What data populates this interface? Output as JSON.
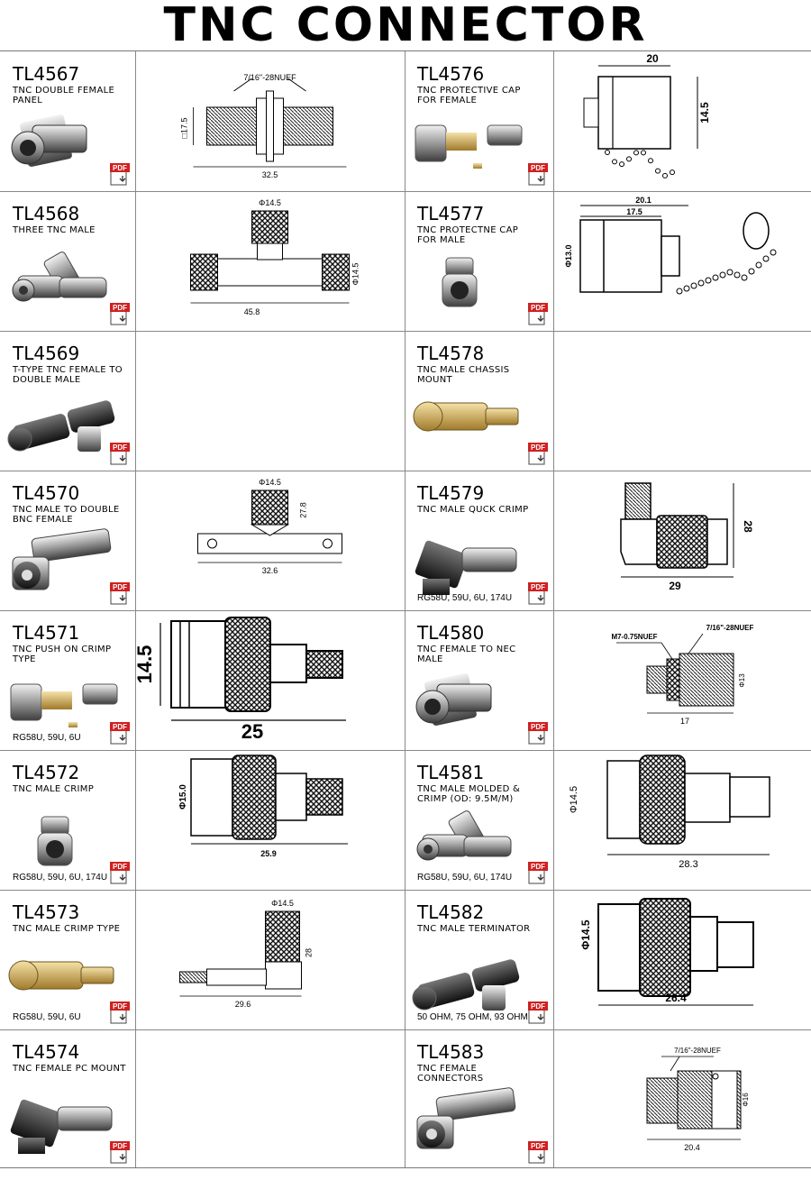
{
  "title": "TNC CONNECTOR",
  "pdf_label": "PDF",
  "left": [
    {
      "code": "TL4567",
      "desc": "TNC DOUBLE FEMALE PANEL",
      "cable": "",
      "dims": [
        "7/16\"-28NUEF",
        "□17.5",
        "32.5"
      ]
    },
    {
      "code": "TL4568",
      "desc": "THREE TNC MALE",
      "cable": "",
      "dims": [
        "Φ14.5",
        "45.8",
        "Φ14.5"
      ]
    },
    {
      "code": "TL4569",
      "desc": "T-TYPE TNC FEMALE TO DOUBLE MALE",
      "cable": "",
      "dims": []
    },
    {
      "code": "TL4570",
      "desc": "TNC MALE TO DOUBLE BNC FEMALE",
      "cable": "",
      "dims": [
        "Φ14.5",
        "27.8",
        "32.6"
      ]
    },
    {
      "code": "TL4571",
      "desc": "TNC PUSH ON CRIMP TYPE",
      "cable": "RG58U, 59U, 6U",
      "dims": [
        "14.5",
        "25"
      ]
    },
    {
      "code": "TL4572",
      "desc": "TNC MALE CRIMP",
      "cable": "RG58U, 59U, 6U, 174U",
      "dims": [
        "Φ15.0",
        "25.9"
      ]
    },
    {
      "code": "TL4573",
      "desc": "TNC MALE CRIMP TYPE",
      "cable": "RG58U, 59U, 6U",
      "dims": [
        "Φ14.5",
        "28",
        "29.6"
      ]
    },
    {
      "code": "TL4574",
      "desc": "TNC FEMALE PC MOUNT",
      "cable": "",
      "dims": []
    }
  ],
  "right": [
    {
      "code": "TL4576",
      "desc": "TNC PROTECTIVE CAP FOR FEMALE",
      "cable": "",
      "dims": [
        "20",
        "14.5"
      ]
    },
    {
      "code": "TL4577",
      "desc": "TNC PROTECTNE CAP FOR MALE",
      "cable": "",
      "dims": [
        "20.1",
        "17.5",
        "Φ13.0"
      ]
    },
    {
      "code": "TL4578",
      "desc": "TNC MALE CHASSIS MOUNT",
      "cable": "",
      "dims": []
    },
    {
      "code": "TL4579",
      "desc": "TNC MALE QUCK CRIMP",
      "cable": "RG58U, 59U, 6U, 174U",
      "dims": [
        "28",
        "29"
      ]
    },
    {
      "code": "TL4580",
      "desc": "TNC FEMALE TO NEC MALE",
      "cable": "",
      "dims": [
        "M7-0.75NUEF",
        "7/16\"-28NUEF",
        "Φ13",
        "17"
      ]
    },
    {
      "code": "TL4581",
      "desc": "TNC MALE MOLDED & CRIMP (OD: 9.5m/m)",
      "cable": "RG58U, 59U, 6U, 174U",
      "dims": [
        "Φ14.5",
        "28.3"
      ]
    },
    {
      "code": "TL4582",
      "desc": "TNC MALE TERMINATOR",
      "cable": "50 OHM, 75 OHM, 93 OHM",
      "dims": [
        "Φ14.5",
        "26.4"
      ]
    },
    {
      "code": "TL4583",
      "desc": "TNC FEMALE CONNECTORS",
      "cable": "",
      "dims": [
        "7/16\"-28NUEF",
        "Φ16",
        "20.4"
      ]
    }
  ]
}
